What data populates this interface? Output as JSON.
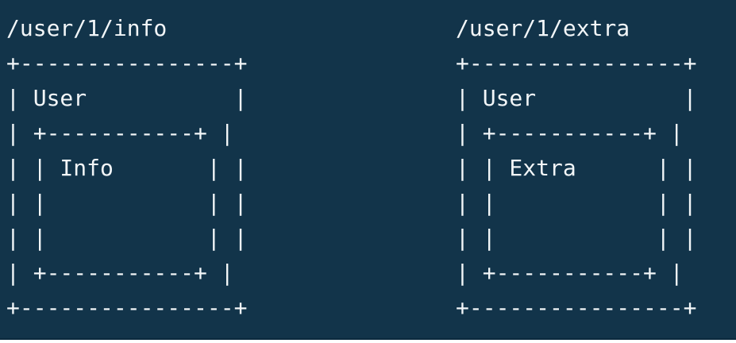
{
  "diagrams": [
    {
      "route": "/user/1/info",
      "lines": [
        "+----------------+",
        "| User           |",
        "| +-----------+ |",
        "| | Info       | |",
        "| |            | |",
        "| |            | |",
        "| +-----------+ |",
        "+----------------+"
      ]
    },
    {
      "route": "/user/1/extra",
      "lines": [
        "+----------------+",
        "| User           |",
        "| +-----------+ |",
        "| | Extra      | |",
        "| |            | |",
        "| |            | |",
        "| +-----------+ |",
        "+----------------+"
      ]
    }
  ],
  "colors": {
    "background": "#12344a",
    "text": "#f2f6f8"
  }
}
